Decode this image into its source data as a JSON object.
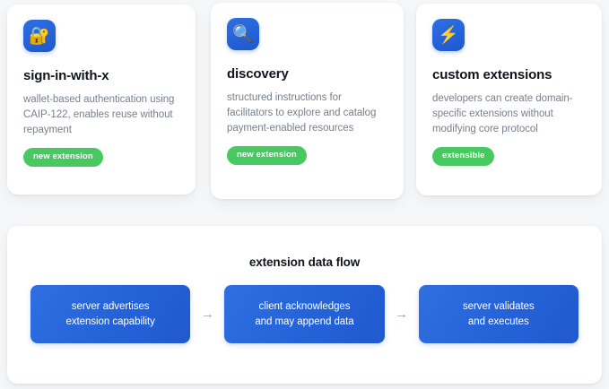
{
  "background_color": "#f6f7f9",
  "accent_blue": "#2563d9",
  "badge_green": "#48c860",
  "cards": [
    {
      "icon": "locked-with-key-icon",
      "icon_glyph": "🔐",
      "title": "sign-in-with-x",
      "description": "wallet-based authentication using CAIP-122, enables reuse without repayment",
      "badge": "new extension"
    },
    {
      "icon": "magnifying-glass-icon",
      "icon_glyph": "🔍",
      "title": "discovery",
      "description": "structured instructions for facilitators to explore and catalog payment-enabled resources",
      "badge": "new extension"
    },
    {
      "icon": "lightning-bolt-icon",
      "icon_glyph": "⚡",
      "title": "custom extensions",
      "description": "developers can create domain-specific extensions without modifying core protocol",
      "badge": "extensible"
    }
  ],
  "flow": {
    "title": "extension data flow",
    "arrow_glyph": "→",
    "steps": [
      {
        "line1": "server advertises",
        "line2": "extension capability"
      },
      {
        "line1": "client acknowledges",
        "line2": "and may append data"
      },
      {
        "line1": "server validates",
        "line2": "and executes"
      }
    ]
  }
}
